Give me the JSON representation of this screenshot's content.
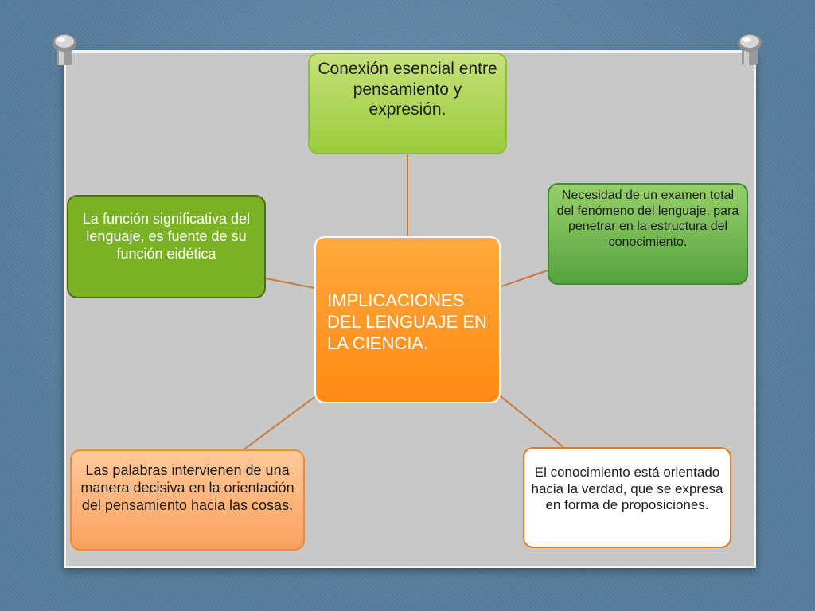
{
  "diagram": {
    "center": {
      "text": "IMPLICACIONES DEL LENGUAJE EN LA CIENCIA.",
      "color": "#ff9a28"
    },
    "nodes": {
      "top": {
        "text": "Conexión esencial entre pensamiento y expresión.",
        "color": "#b3d65a"
      },
      "right": {
        "text": "Necesidad de un examen total del fenómeno del lenguaje, para penetrar en la estructura del conocimiento.",
        "color": "#78bb55"
      },
      "left": {
        "text": "La función significativa del lenguaje, es fuente de su función eidética",
        "color": "#7bb224"
      },
      "bottom_left": {
        "text": "Las palabras intervienen de una manera decisiva en la orientación del pensamiento hacia las cosas.",
        "color": "#fcb27a"
      },
      "bottom_right": {
        "text": "El conocimiento está orientado hacia la verdad, que se expresa en forma de proposiciones.",
        "color": "#ffffff"
      }
    },
    "connector_color": "#c87a3c",
    "board_color": "#c8c8c8",
    "background_color": "#5f88a8"
  }
}
